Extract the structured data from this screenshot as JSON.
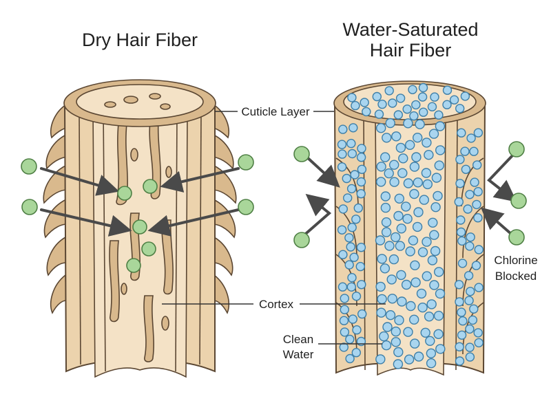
{
  "titles": {
    "dry": "Dry Hair Fiber",
    "wet_line1": "Water-Saturated",
    "wet_line2": "Hair Fiber"
  },
  "labels": {
    "cuticle": "Cuticle Layer",
    "cortex": "Cortex",
    "clean_water_line1": "Clean",
    "clean_water_line2": "Water",
    "chlorine_blocked_line1": "Chlorine",
    "chlorine_blocked_line2": "Blocked"
  },
  "colors": {
    "fiber": "#ecd3ad",
    "fiber_dark": "#d9b98d",
    "outline": "#5a4632",
    "chlorine": "#a9d69a",
    "water": "#a9d5ef",
    "arrow": "#4a4a4a"
  },
  "icons": {
    "chlorine": "green-circle",
    "water": "blue-circle",
    "arrow": "arrow"
  }
}
